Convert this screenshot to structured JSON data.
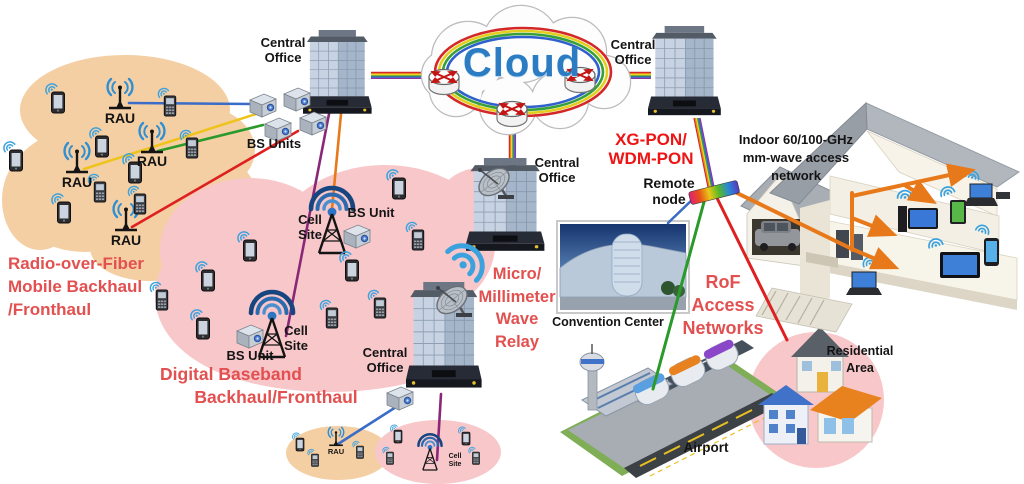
{
  "colors": {
    "label_red": "#e25050",
    "label_red_strong": "#ee1414",
    "label_black": "#141414",
    "cloud_text_blue": "#2b7cc2",
    "orange_cloud": "#f5cfa4",
    "pink_cloud": "#f8c7ca",
    "link_blue": "#3a6cc8",
    "link_yellow": "#eec41c",
    "link_green": "#2a9a2a",
    "link_red": "#de2020",
    "link_purple": "#8a2878",
    "link_orange": "#e8791a"
  },
  "icons": {
    "router": "cylinder-with-red-cross-arrows",
    "office_building": "blue-glass-tower",
    "satellite_dish": "gray-parabolic-dish",
    "bs_unit_box": "gray-3d-box-with-blue-port",
    "cell_tower": "lattice-tower-with-blue-arcs",
    "rau_antenna": "mast-with-blue-arcs",
    "smartphone": "dark-phone-with-blue-signal",
    "feature_phone": "keypad-phone-with-blue-signal",
    "wifi_arcs": "blue-double-arc",
    "remote_node_bar": "rainbow-prism-bar",
    "rainbow_fiber": "multicolor-stripe-link",
    "orange_arrow": "thick-orange-distribution-arrow"
  },
  "nodes": {
    "cloud": "Cloud",
    "central_office": "Central\nOffice",
    "bs_units": "BS Units",
    "bs_unit": "BS Unit",
    "cell_site": "Cell\nSite",
    "rau": "RAU",
    "remote_node": "Remote\nnode",
    "convention_center": "Convention Center",
    "airport": "Airport",
    "residential_area": "Residential\nArea"
  },
  "annotations": {
    "radio_over_fiber": "Radio-over-Fiber\nMobile Backhaul\n/Fronthaul",
    "digital_baseband_line1": "Digital Baseband",
    "digital_baseband_line2": "Backhaul/Fronthaul",
    "micro_mmwave_relay": "Micro/\nMillimeter\nWave\nRelay",
    "xg_pon_wdm_pon": "XG-PON/\nWDM-PON",
    "indoor_mmwave": "Indoor 60/100-GHz\nmm-wave access\nnetwork",
    "rof_access": "RoF\nAccess\nNetworks"
  }
}
